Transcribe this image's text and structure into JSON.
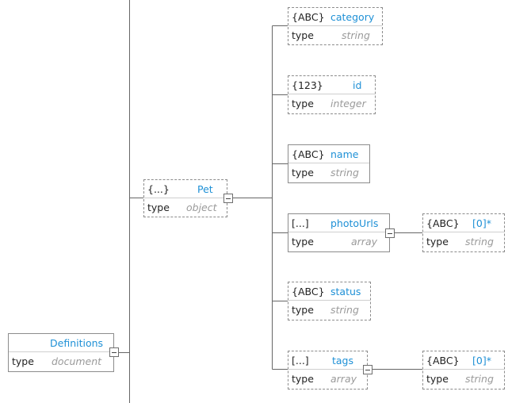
{
  "diagram": {
    "definitions": {
      "name": "Definitions",
      "type_label": "type",
      "type_value": "document"
    },
    "pet": {
      "kind": "{...}",
      "name": "Pet",
      "type_label": "type",
      "type_value": "object"
    },
    "category": {
      "kind": "{ABC}",
      "name": "category",
      "type_label": "type",
      "type_value": "string"
    },
    "id": {
      "kind": "{123}",
      "name": "id",
      "type_label": "type",
      "type_value": "integer"
    },
    "name": {
      "kind": "{ABC}",
      "name": "name",
      "type_label": "type",
      "type_value": "string"
    },
    "photoUrls": {
      "kind": "[...]",
      "name": "photoUrls",
      "type_label": "type",
      "type_value": "array"
    },
    "photoUrls_item": {
      "kind": "{ABC}",
      "name": "[0]*",
      "type_label": "type",
      "type_value": "string"
    },
    "status": {
      "kind": "{ABC}",
      "name": "status",
      "type_label": "type",
      "type_value": "string"
    },
    "tags": {
      "kind": "[...]",
      "name": "tags",
      "type_label": "type",
      "type_value": "array"
    },
    "tags_item": {
      "kind": "{ABC}",
      "name": "[0]*",
      "type_label": "type",
      "type_value": "string"
    }
  },
  "colors": {
    "name": "#1e90d6",
    "border": "#8c8c8c",
    "type_value": "#9a9a9a",
    "text": "#222222"
  }
}
